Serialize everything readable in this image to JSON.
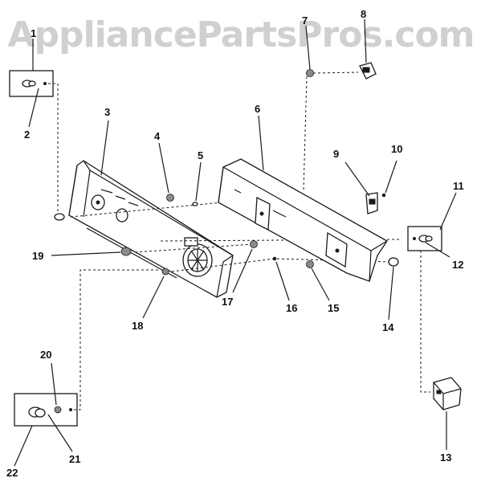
{
  "watermark": "AppliancePartsPros.com",
  "callouts": {
    "c1": "1",
    "c2": "2",
    "c3": "3",
    "c4": "4",
    "c5": "5",
    "c6": "6",
    "c7": "7",
    "c8": "8",
    "c9": "9",
    "c10": "10",
    "c11": "11",
    "c12": "12",
    "c13": "13",
    "c14": "14",
    "c15": "15",
    "c16": "16",
    "c17": "17",
    "c18": "18",
    "c19": "19",
    "c20": "20",
    "c21": "21",
    "c22": "22"
  }
}
